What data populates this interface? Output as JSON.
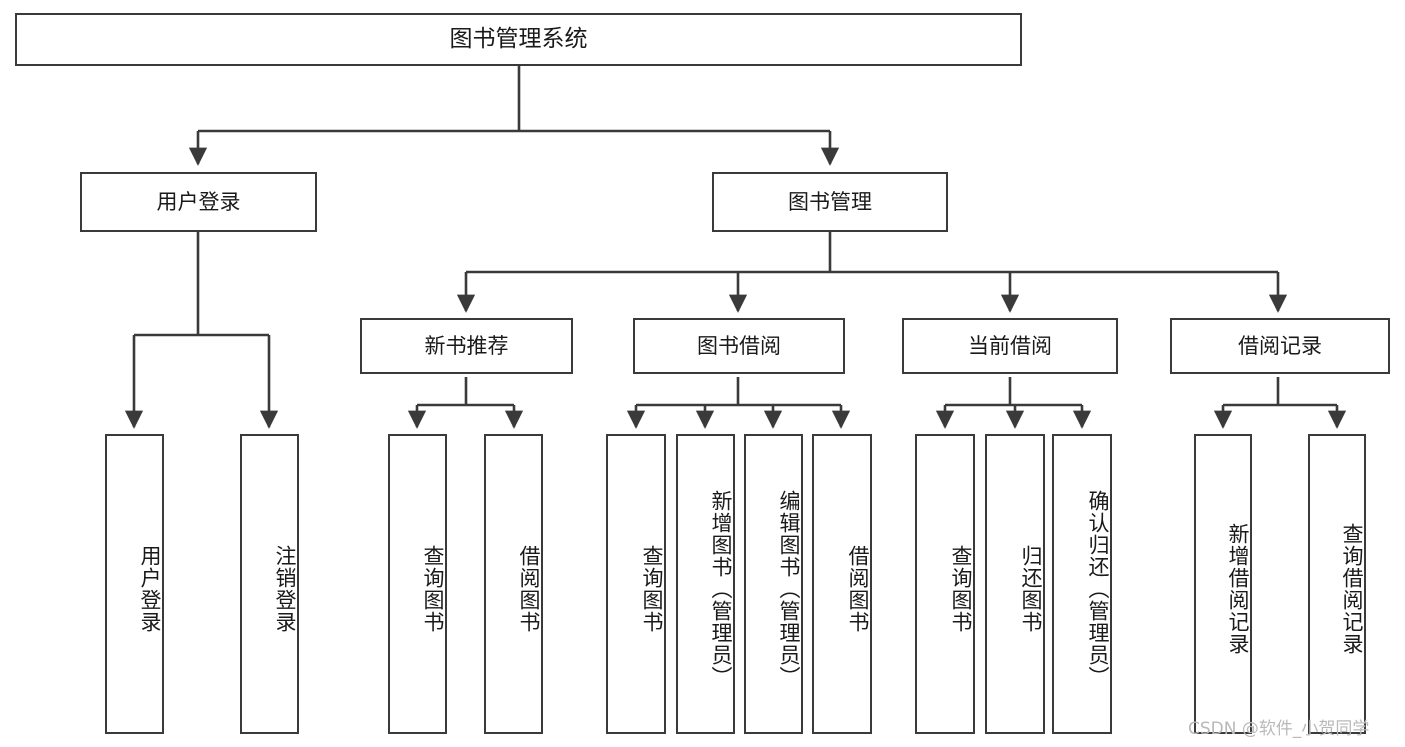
{
  "diagram": {
    "title": "图书管理系统",
    "type": "tree-hierarchy",
    "root": {
      "label": "图书管理系统"
    },
    "level1": [
      {
        "label": "用户登录"
      },
      {
        "label": "图书管理"
      }
    ],
    "level2": [
      {
        "label": "新书推荐"
      },
      {
        "label": "图书借阅"
      },
      {
        "label": "当前借阅"
      },
      {
        "label": "借阅记录"
      }
    ],
    "leaves": {
      "user_login": [
        {
          "label": "用户登录"
        },
        {
          "label": "注销登录"
        }
      ],
      "new_book_recommend": [
        {
          "label": "查询图书"
        },
        {
          "label": "借阅图书"
        }
      ],
      "book_borrow": [
        {
          "label": "查询图书"
        },
        {
          "label": "新增图书（管理员）"
        },
        {
          "label": "编辑图书（管理员）"
        },
        {
          "label": "借阅图书"
        }
      ],
      "current_borrow": [
        {
          "label": "查询图书"
        },
        {
          "label": "归还图书"
        },
        {
          "label": "确认归还（管理员）"
        }
      ],
      "borrow_record": [
        {
          "label": "新增借阅记录"
        },
        {
          "label": "查询借阅记录"
        }
      ]
    }
  },
  "watermark": {
    "text": "CSDN @软件_小贺同学"
  },
  "colors": {
    "border": "#3a3a3a",
    "connector": "#3a3a3a",
    "background": "#ffffff",
    "text": "#1a1a1a",
    "watermark": "#b9b9b9"
  }
}
